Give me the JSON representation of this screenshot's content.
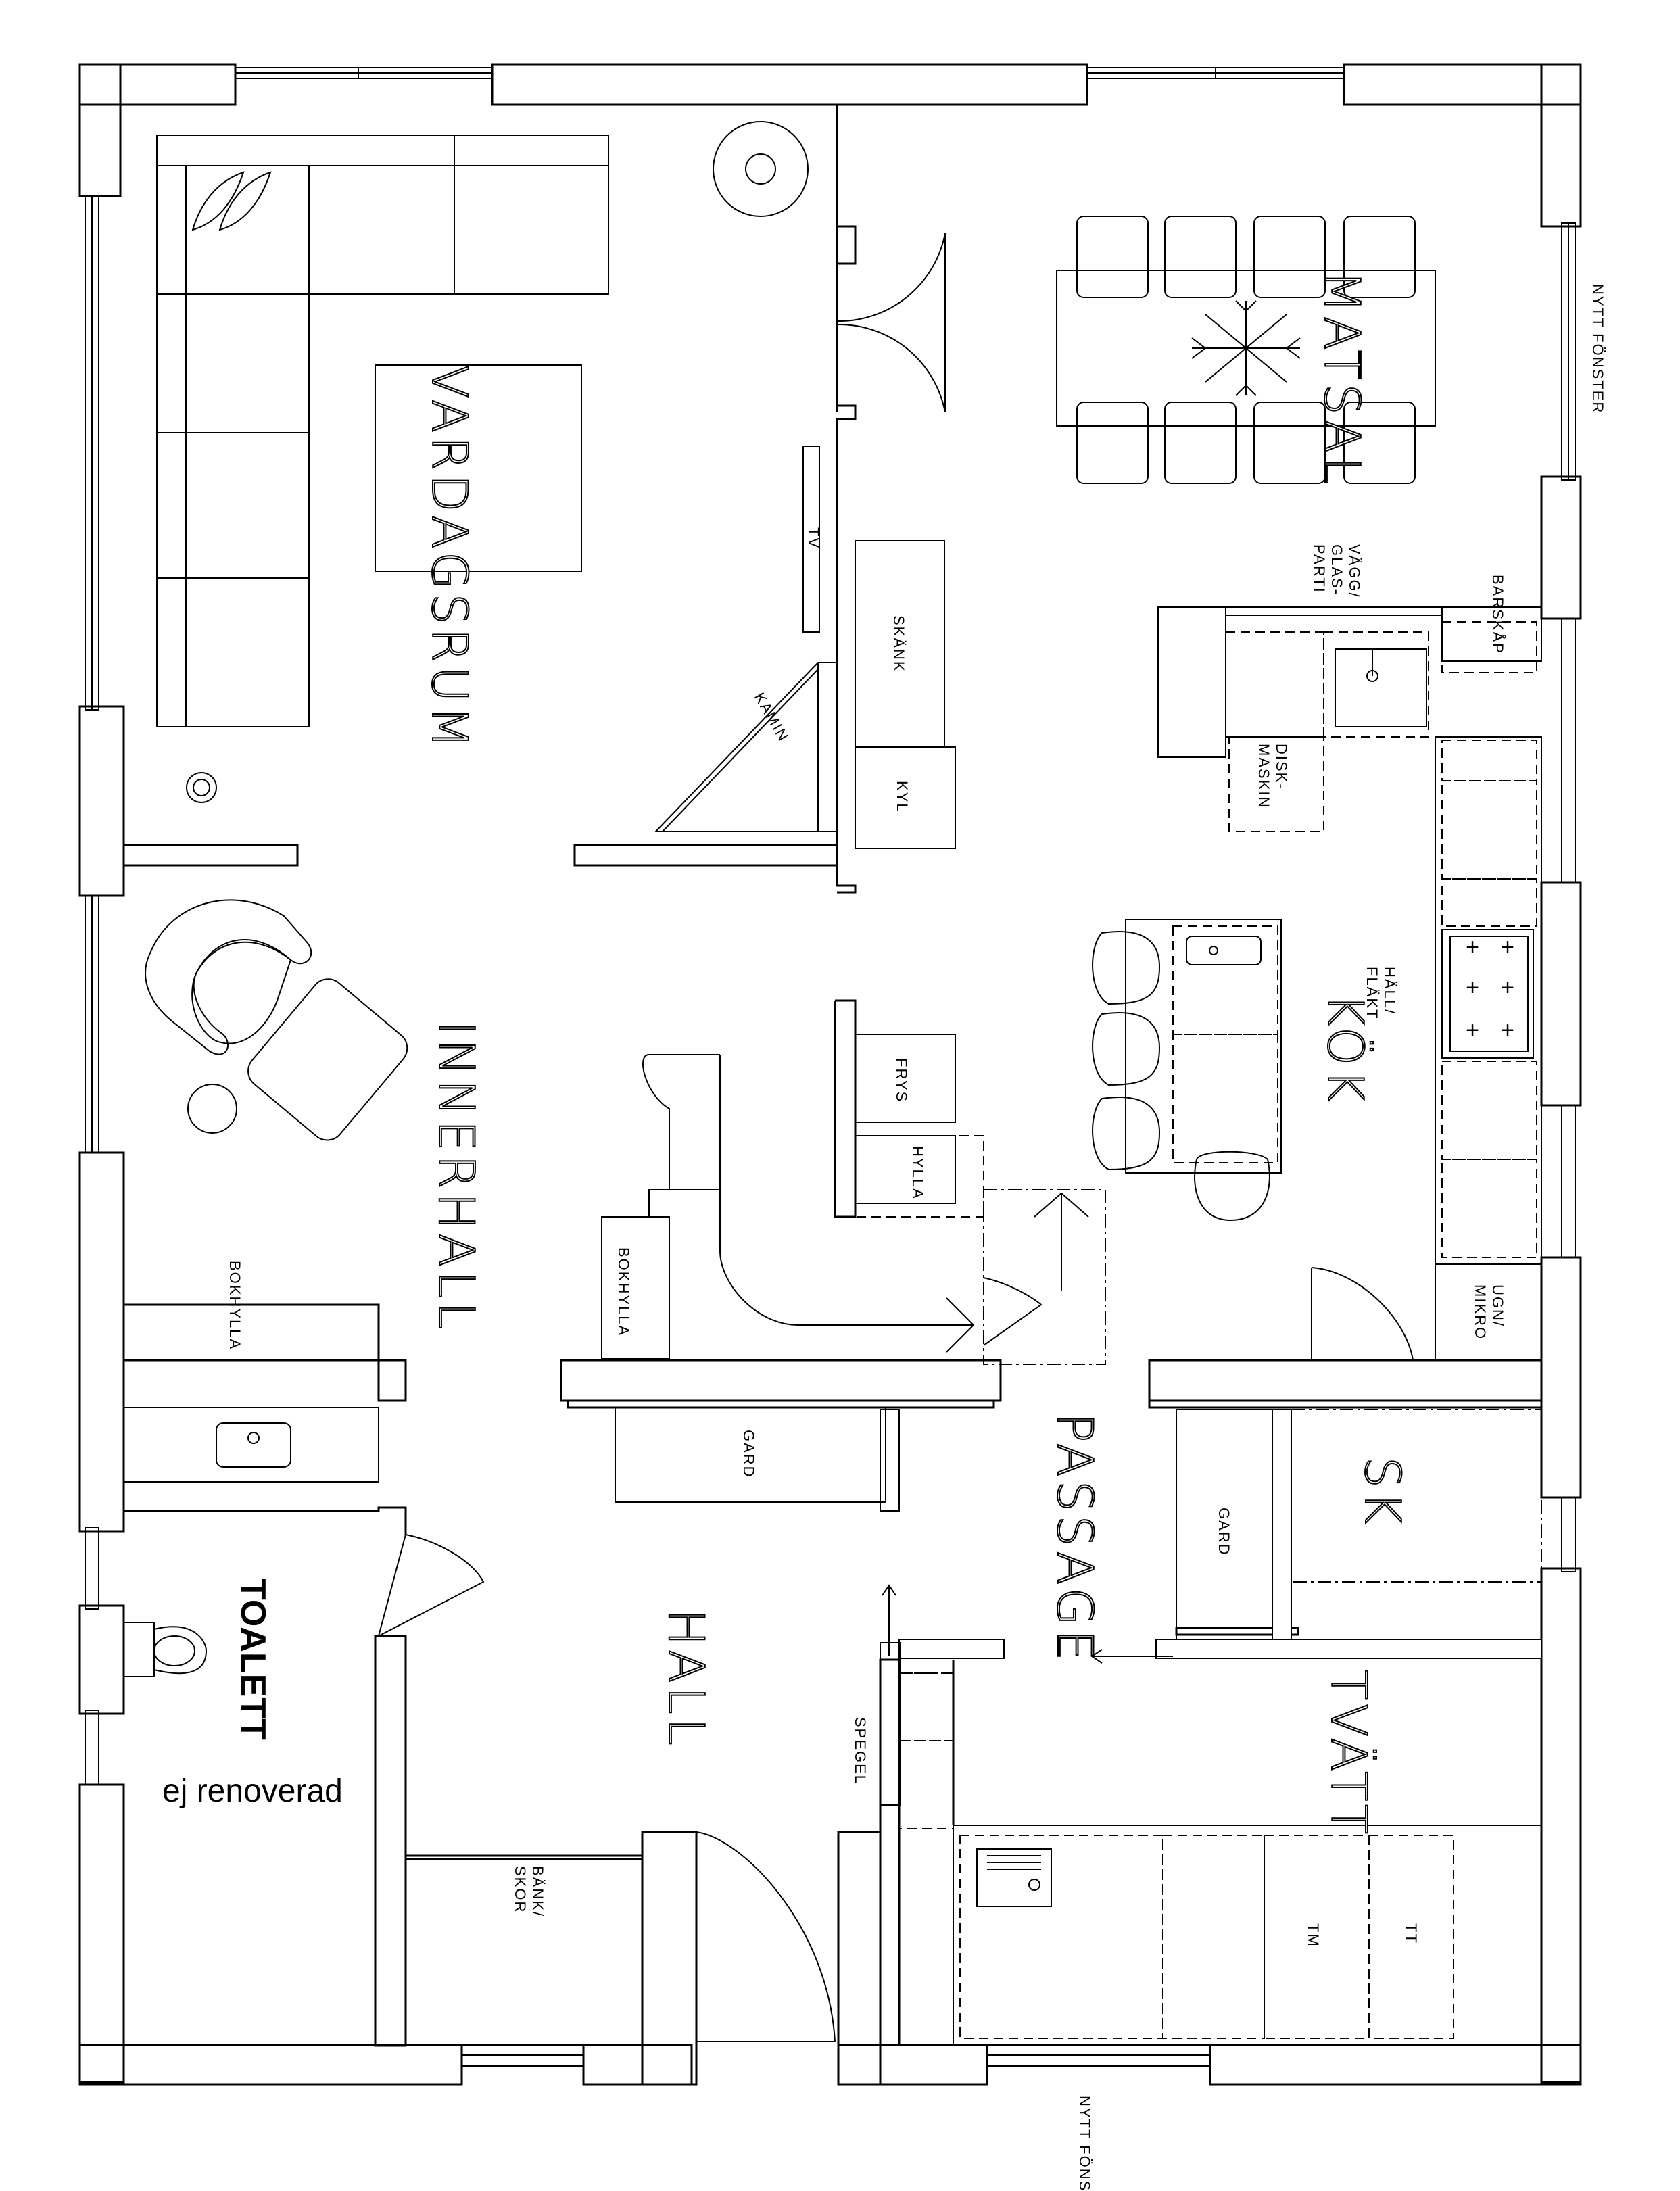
{
  "rooms": {
    "vardagsrum": "VARDAGSRUM",
    "matsal": "MATSAL",
    "innerhall": "INNERHALL",
    "kok": "KÖK",
    "passage": "PASSAGE",
    "hall": "HALL",
    "tvatt": "TVÄTT",
    "sk": "SK",
    "toalett": "TOALETT"
  },
  "notes": {
    "toalett_status": "ej renoverad",
    "nytt_fonster_right": "NYTT FÖNSTER",
    "nytt_fonster_bottom": "NYTT FÖNSTER"
  },
  "fixtures": {
    "tv": "TV",
    "skank": "SKÄNK",
    "kamin": "KAMIN",
    "kyl": "KYL",
    "vagg_glasparti": [
      "VÄGG/",
      "GLAS-",
      "PARTI"
    ],
    "barskap": "BARSKÅP",
    "diskmaskin": [
      "DISK-",
      "MASKIN"
    ],
    "hall_flakt": [
      "HÄLL/",
      "FLÄKT"
    ],
    "frys": "FRYS",
    "hylla": "HYLLA",
    "bokhylla_left": "BOKHYLLA",
    "bokhylla_center": "BOKHYLLA",
    "gard_center": "GARD",
    "gard_right": "GARD",
    "ugn_mikro": [
      "UGN/",
      "MIKRO"
    ],
    "spegel": "SPEGEL",
    "bank_skor": [
      "BÄNK/",
      "SKOR"
    ],
    "tm": "TM",
    "tt": "TT"
  }
}
